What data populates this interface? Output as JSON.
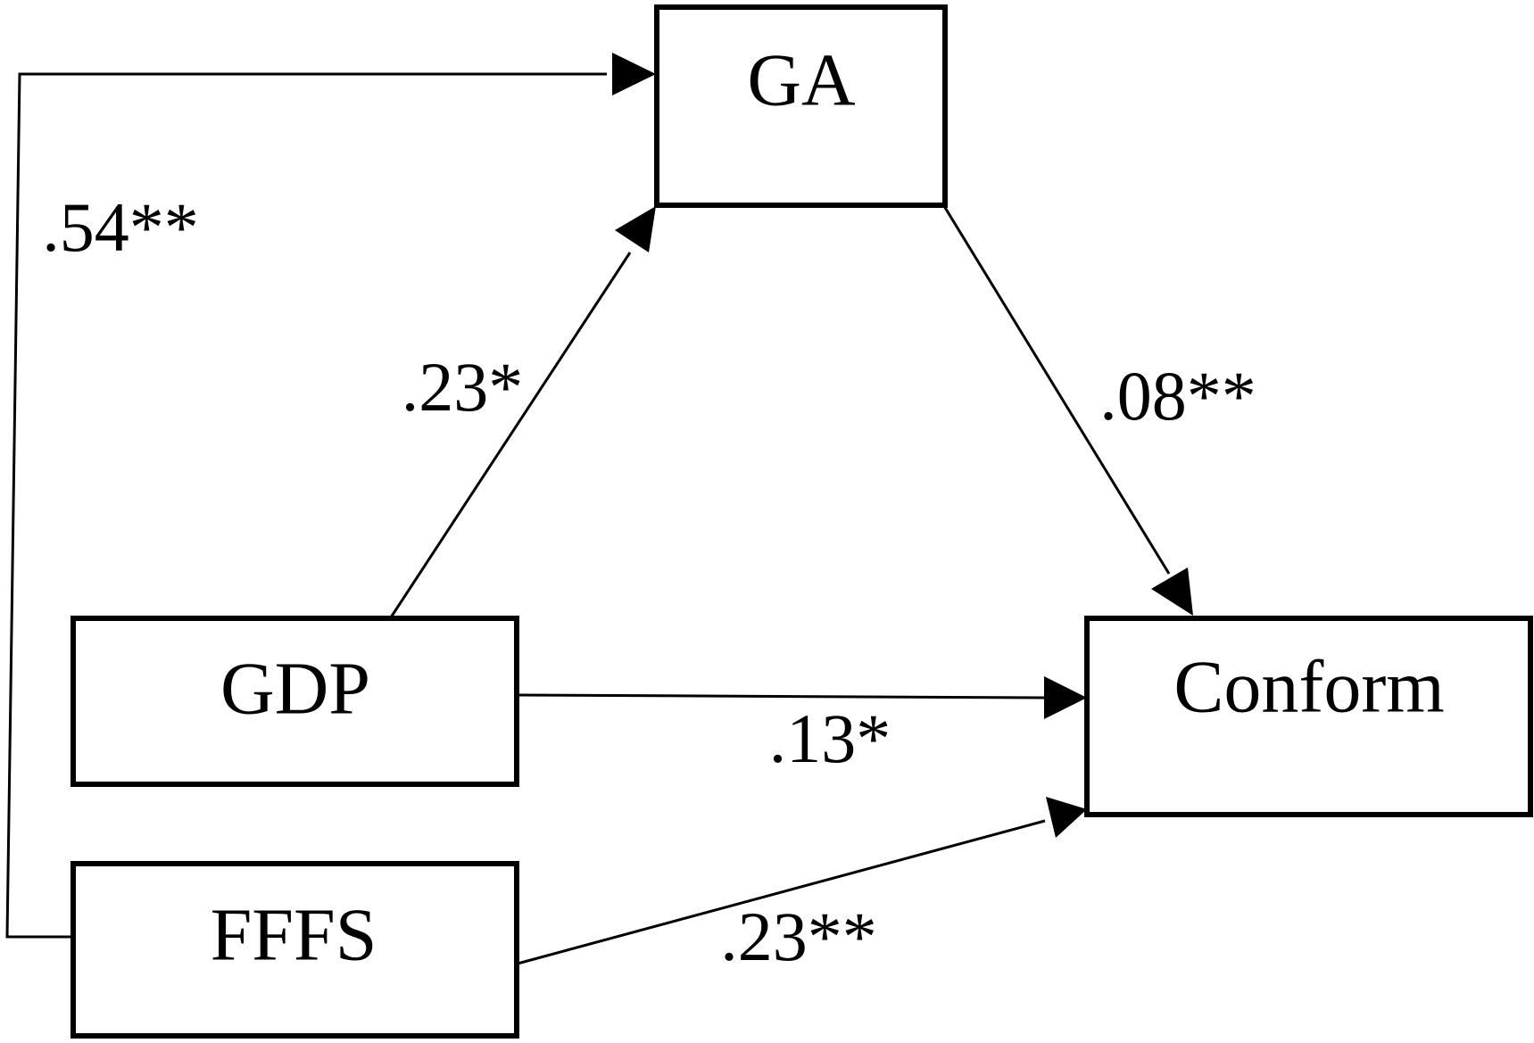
{
  "nodes": {
    "ga": {
      "label": "GA"
    },
    "gdp": {
      "label": "GDP"
    },
    "fffs": {
      "label": "FFFS"
    },
    "conform": {
      "label": "Conform"
    }
  },
  "edges": {
    "fffs_to_ga": {
      "label": ".54**"
    },
    "gdp_to_ga": {
      "label": ".23*"
    },
    "ga_to_conform": {
      "label": ".08**"
    },
    "gdp_to_conform": {
      "label": ".13*"
    },
    "fffs_to_conform": {
      "label": ".23**"
    }
  }
}
